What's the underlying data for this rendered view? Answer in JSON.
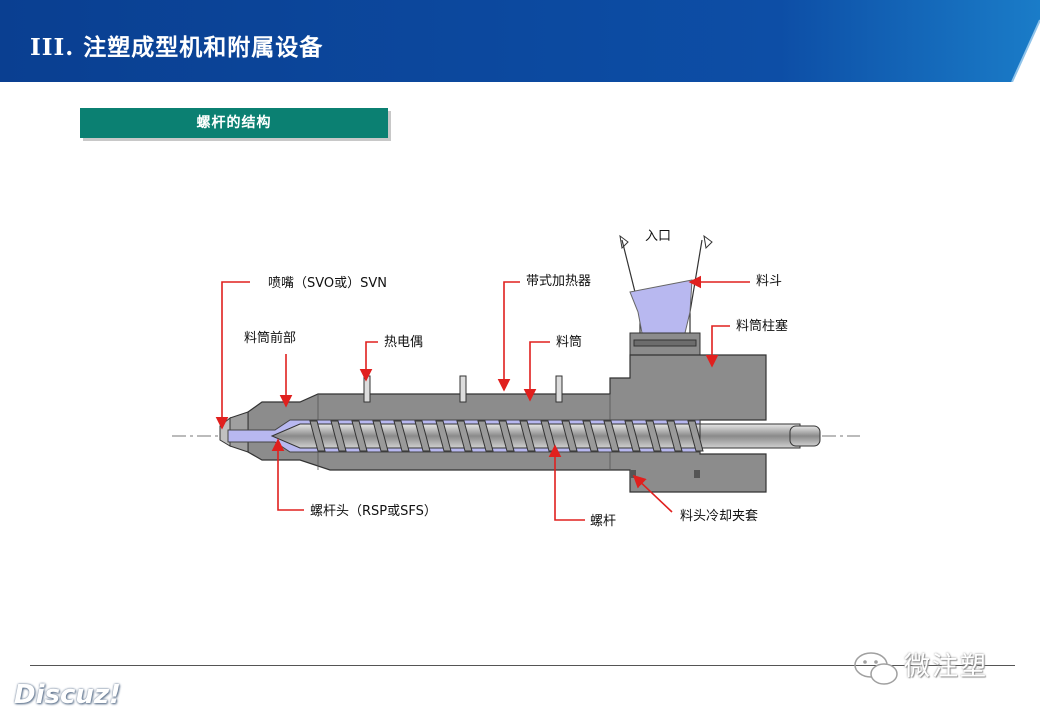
{
  "header": {
    "title": "III. 注塑成型机和附属设备"
  },
  "section": {
    "label": "螺杆的结构"
  },
  "labels": {
    "inlet": "入口",
    "nozzle": "喷嘴（SVO或）SVN",
    "band_heater": "带式加热器",
    "hopper": "料斗",
    "barrel_front": "料筒前部",
    "thermocouple": "热电偶",
    "barrel": "料筒",
    "barrel_plug": "料筒柱塞",
    "screw_head": "螺杆头（RSP或SFS）",
    "screw": "螺杆",
    "cooling_jacket": "料头冷却夹套"
  },
  "watermarks": {
    "left": "Discuz!",
    "right": "微注塑"
  },
  "colors": {
    "header": "#0a3f91",
    "section_bg": "#0b8072",
    "barrel": "#8c8c8c",
    "material": "#b8b8f0",
    "arrow": "#e0201e"
  }
}
